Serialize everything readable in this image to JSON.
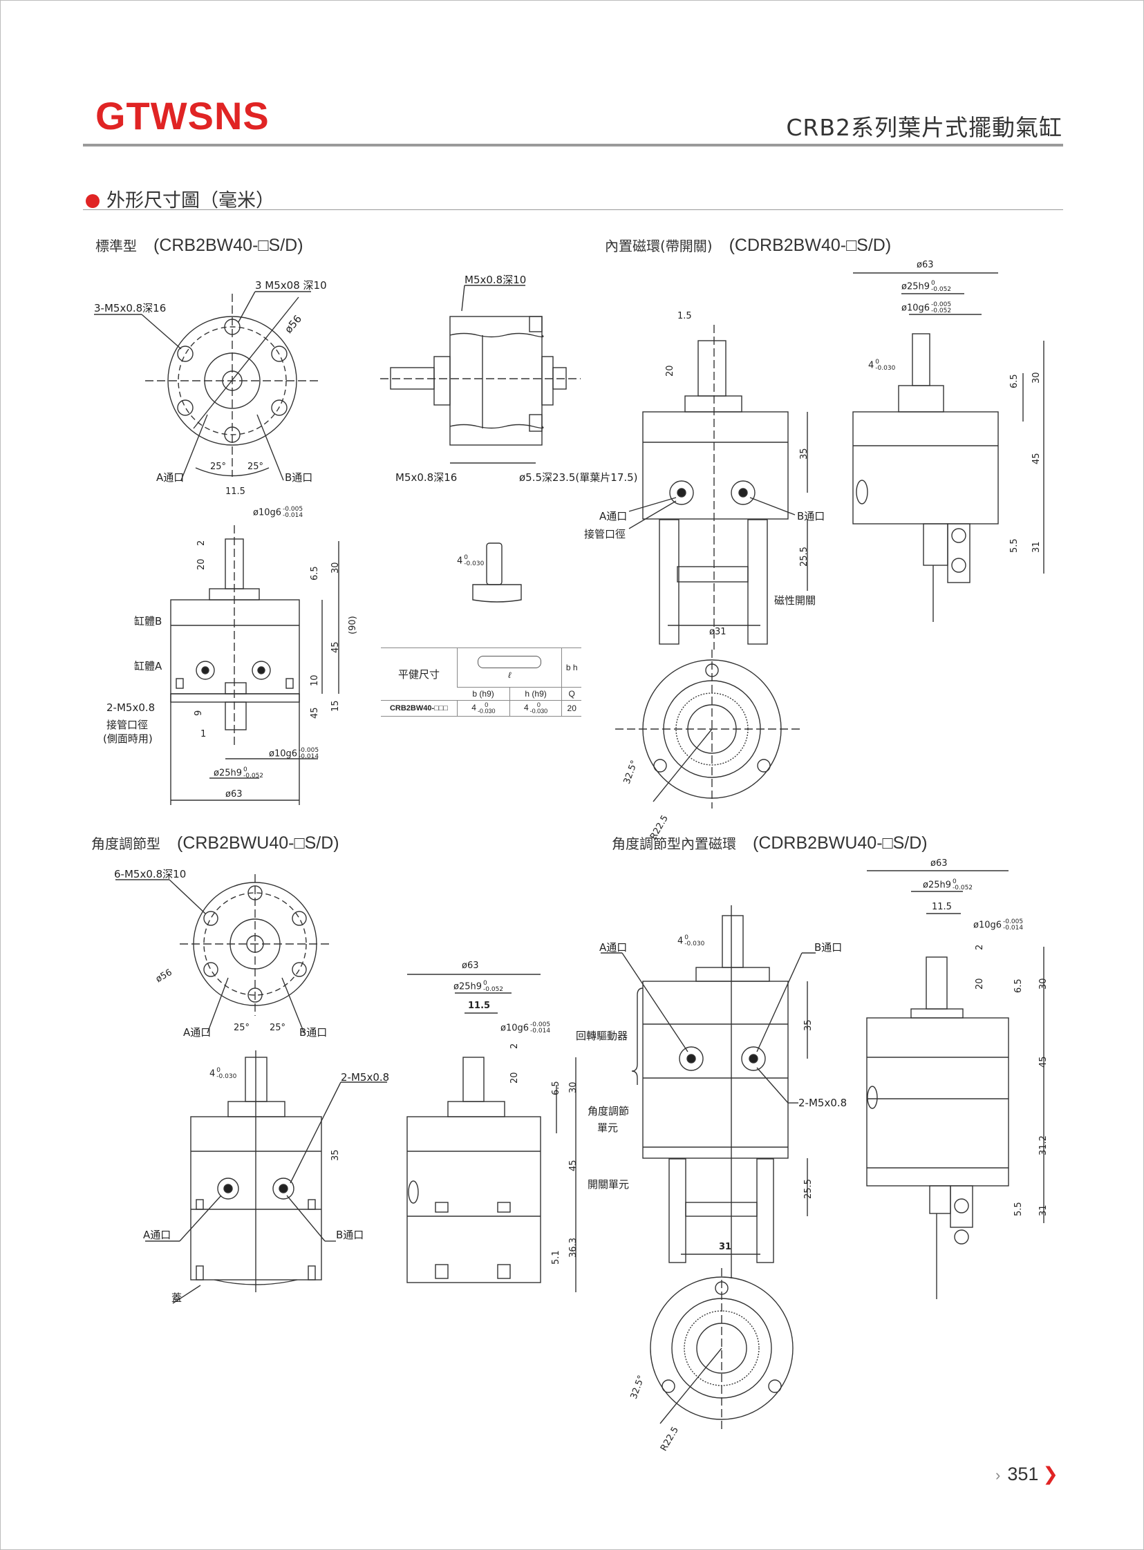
{
  "header": {
    "logo": "GTWSNS",
    "title": "CRB2系列葉片式擺動氣缸"
  },
  "section": {
    "title": "外形尺寸圖（毫米）"
  },
  "views": {
    "standard": {
      "label": "標準型",
      "model": "(CRB2BW40-□S/D)"
    },
    "magnet": {
      "label": "內置磁環(帶開關)",
      "model": "(CDRB2BW40-□S/D)"
    },
    "angle": {
      "label": "角度調節型",
      "model": "(CRB2BWU40-□S/D)"
    },
    "angle_magnet": {
      "label": "角度調節型內置磁環",
      "model": "(CDRB2BWU40-□S/D)"
    }
  },
  "d1": [
    "3-M5x0.8深16",
    "3 M5x08 深10",
    "ø56",
    "25°",
    "25°",
    "A通口",
    "B通口"
  ],
  "d2": [
    "M5x0.8深10",
    "M5x0.8深16",
    "ø5.5深23.5(單葉片17.5)"
  ],
  "d3": [
    "11.5",
    "ø10g6",
    "-0.005",
    "-0.014",
    "2",
    "20",
    "6.5",
    "30",
    "(90)",
    "45",
    "10",
    "15",
    "45",
    "缸體B",
    "缸體A",
    "2-M5x0.8",
    "接管口徑",
    "(側面時用)",
    "9",
    "1",
    "ø10g6",
    "-0.005",
    "-0.014",
    "ø25h9",
    "0",
    "-0.052",
    "ø63"
  ],
  "key": {
    "value": "4",
    "tol_hi": "0",
    "tol_lo": "-0.030"
  },
  "key_table": {
    "title": "平健尺寸",
    "l_symbol": "ℓ",
    "b_symbol": "b",
    "h_symbol": "h",
    "headers": [
      "b (h9)",
      "h (h9)",
      "Q"
    ],
    "row": {
      "model": "CRB2BW40-□□□",
      "b": "4",
      "b_hi": "0",
      "b_lo": "-0.030",
      "h": "4",
      "h_hi": "0",
      "h_lo": "-0.030",
      "q": "20"
    }
  },
  "d4": [
    "1.5",
    "20",
    "35",
    "25.5",
    "A通口",
    "接管口徑",
    "B通口",
    "磁性開關",
    "ø31",
    "32.5°",
    "R22.5"
  ],
  "d5": [
    "ø63",
    "ø25h9",
    "0",
    "-0.052",
    "ø10g6",
    "-0.005",
    "-0.052",
    "4",
    "0",
    "-0.030",
    "6.5",
    "30",
    "45",
    "5.5",
    "31"
  ],
  "d6": [
    "6-M5x0.8深10",
    "ø56",
    "A通口",
    "25°",
    "25°",
    "B通口"
  ],
  "d7": [
    "4",
    "0",
    "-0.030",
    "2-M5x0.8",
    "35",
    "A通口",
    "B通口",
    "蓋"
  ],
  "d8": [
    "ø63",
    "ø25h9",
    "0",
    "-0.052",
    "11.5",
    "ø10g6",
    "-0.005",
    "-0.014",
    "2",
    "20",
    "6.5",
    "30",
    "45",
    "36.3",
    "5.1"
  ],
  "d9": [
    "A通口",
    "4",
    "0",
    "-0.030",
    "B通口",
    "回轉驅動器",
    "35",
    "角度調節",
    "單元",
    "2-M5x0.8",
    "開關單元",
    "25.5",
    "31",
    "32.5°",
    "R22.5"
  ],
  "d10": [
    "ø63",
    "ø25h9",
    "0",
    "-0.052",
    "11.5",
    "ø10g6",
    "-0.005",
    "-0.014",
    "2",
    "20",
    "6.5",
    "30",
    "45",
    "31.2",
    "5.5",
    "31"
  ],
  "footer": {
    "page": "351"
  }
}
